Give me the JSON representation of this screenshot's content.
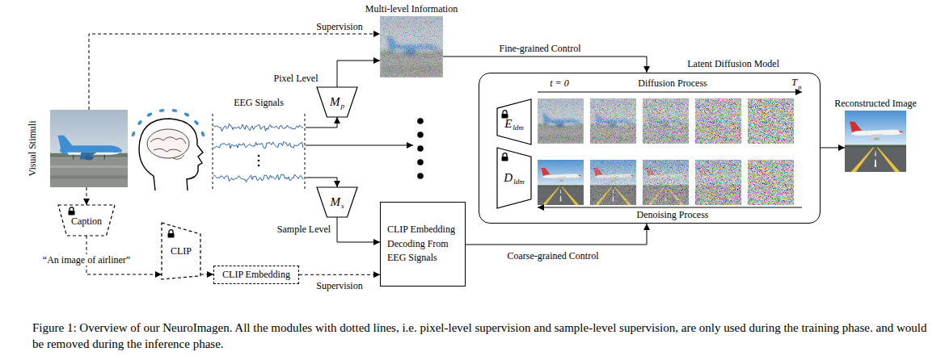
{
  "diagram": {
    "caption": "Figure 1: Overview of our NeuroImagen. All the modules with dotted lines, i.e. pixel-level supervision and sample-level supervision, are only used during the training phase. and would be removed during the inference phase.",
    "nodes": [
      {
        "text": [
          "Visual Stimuli"
        ]
      },
      {
        "text": [
          "Caption"
        ]
      },
      {
        "text": [
          "EEG Signals"
        ]
      },
      {
        "text": [
          "Multi-level Information"
        ]
      },
      {
        "text": [
          "M",
          "p"
        ]
      },
      {
        "text": [
          "M",
          "s"
        ]
      },
      {
        "text": [
          "CLIP Embedding Decoding From EEG Signals"
        ]
      },
      {
        "text": [
          "CLIP"
        ]
      },
      {
        "text": [
          "CLIP Embedding"
        ]
      },
      {
        "text": [
          "Latent Diffusion Model"
        ]
      },
      {
        "text": [
          "E",
          "ldm"
        ],
        "in": 9
      },
      {
        "text": [
          "D",
          "ldm"
        ],
        "in": 9
      },
      {
        "text": [
          "Reconstructed Image"
        ]
      }
    ],
    "edges": [
      {
        "from": 0,
        "to": 3,
        "label": "Supervision",
        "arrow": "to"
      },
      {
        "from": 0,
        "to": 1,
        "arrow": "to"
      },
      {
        "from": 1,
        "to": 7,
        "label": "“An image of airliner”",
        "arrow": "to"
      },
      {
        "from": 7,
        "to": 8,
        "arrow": "to"
      },
      {
        "from": 8,
        "to": 6,
        "label": "Supervision",
        "arrow": "to"
      },
      {
        "from": 2,
        "to": 4,
        "arrow": "to"
      },
      {
        "from": 4,
        "to": 3,
        "label": "Pixel Level",
        "arrow": "to"
      },
      {
        "from": 2,
        "to": 5,
        "arrow": "to"
      },
      {
        "from": 5,
        "to": 6,
        "label": "Sample Level",
        "arrow": "to"
      },
      {
        "from": 3,
        "to": 9,
        "label": "Fine-grained Control",
        "arrow": "to"
      },
      {
        "from": 6,
        "to": 9,
        "label": "Coarse-grained Control",
        "arrow": "to"
      },
      {
        "from": 9,
        "to": 12,
        "arrow": "to"
      }
    ],
    "labels": [
      "t = 0",
      "Diffusion Process",
      "T",
      "p",
      "Denoising Process"
    ]
  }
}
